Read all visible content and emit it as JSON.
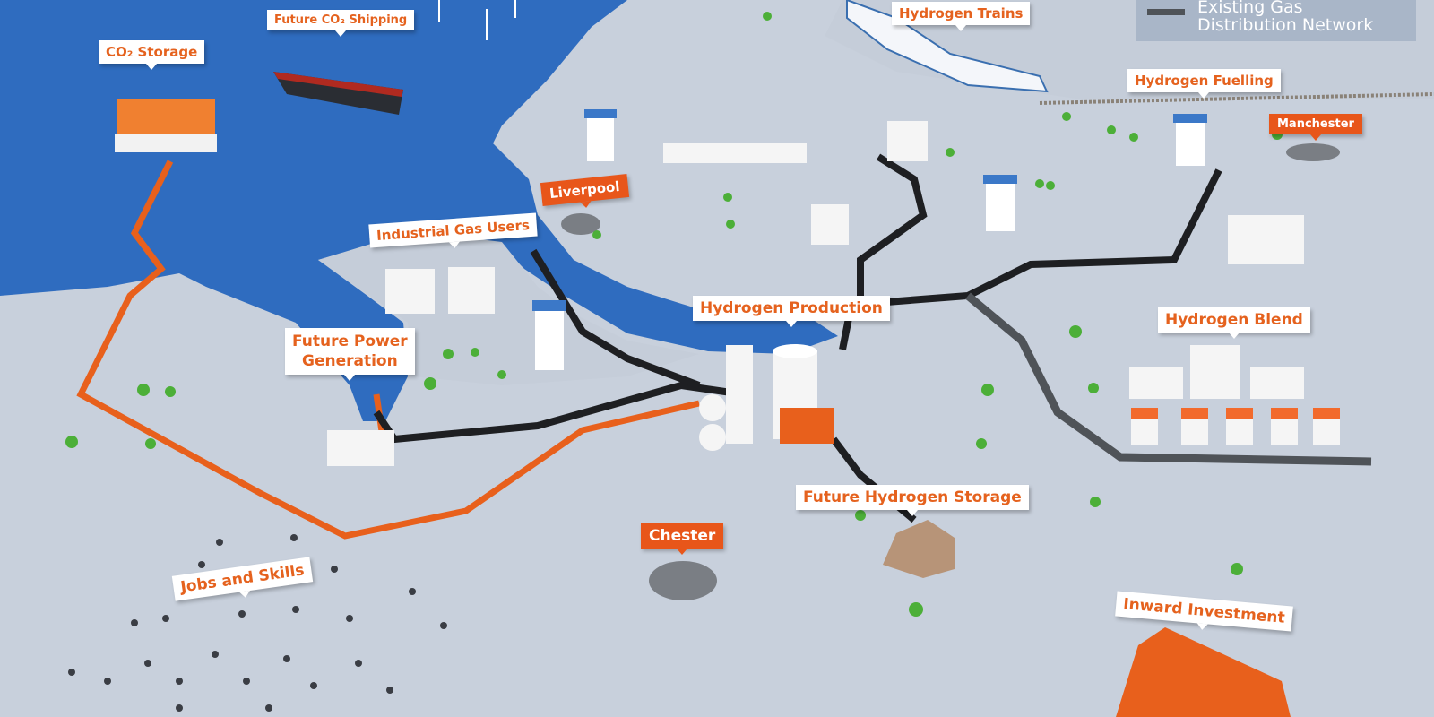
{
  "legend": {
    "label_line1": "Existing Gas",
    "label_line2": "Distribution Network",
    "swatch_color": "#4f5358"
  },
  "labels": {
    "co2_storage": "CO₂ Storage",
    "co2_shipping": "Future CO₂ Shipping",
    "hydrogen_trains": "Hydrogen Trains",
    "hydrogen_fuelling": "Hydrogen Fuelling",
    "industrial_gas_users": "Industrial Gas Users",
    "hydrogen_production": "Hydrogen Production",
    "power_generation_line1": "Future Power",
    "power_generation_line2": "Generation",
    "hydrogen_blend": "Hydrogen Blend",
    "hydrogen_storage": "Future Hydrogen Storage",
    "jobs_skills": "Jobs and Skills",
    "inward_investment": "Inward Investment"
  },
  "cities": {
    "manchester": "Manchester",
    "liverpool": "Liverpool",
    "chester": "Chester"
  },
  "colors": {
    "sea": "#2f6cbf",
    "land": "#c8d0dc",
    "co2_pipeline": "#e8601c",
    "hydrogen_pipeline": "#1e1f22",
    "gas_network": "#4f5358",
    "accent": "#e5621e"
  }
}
